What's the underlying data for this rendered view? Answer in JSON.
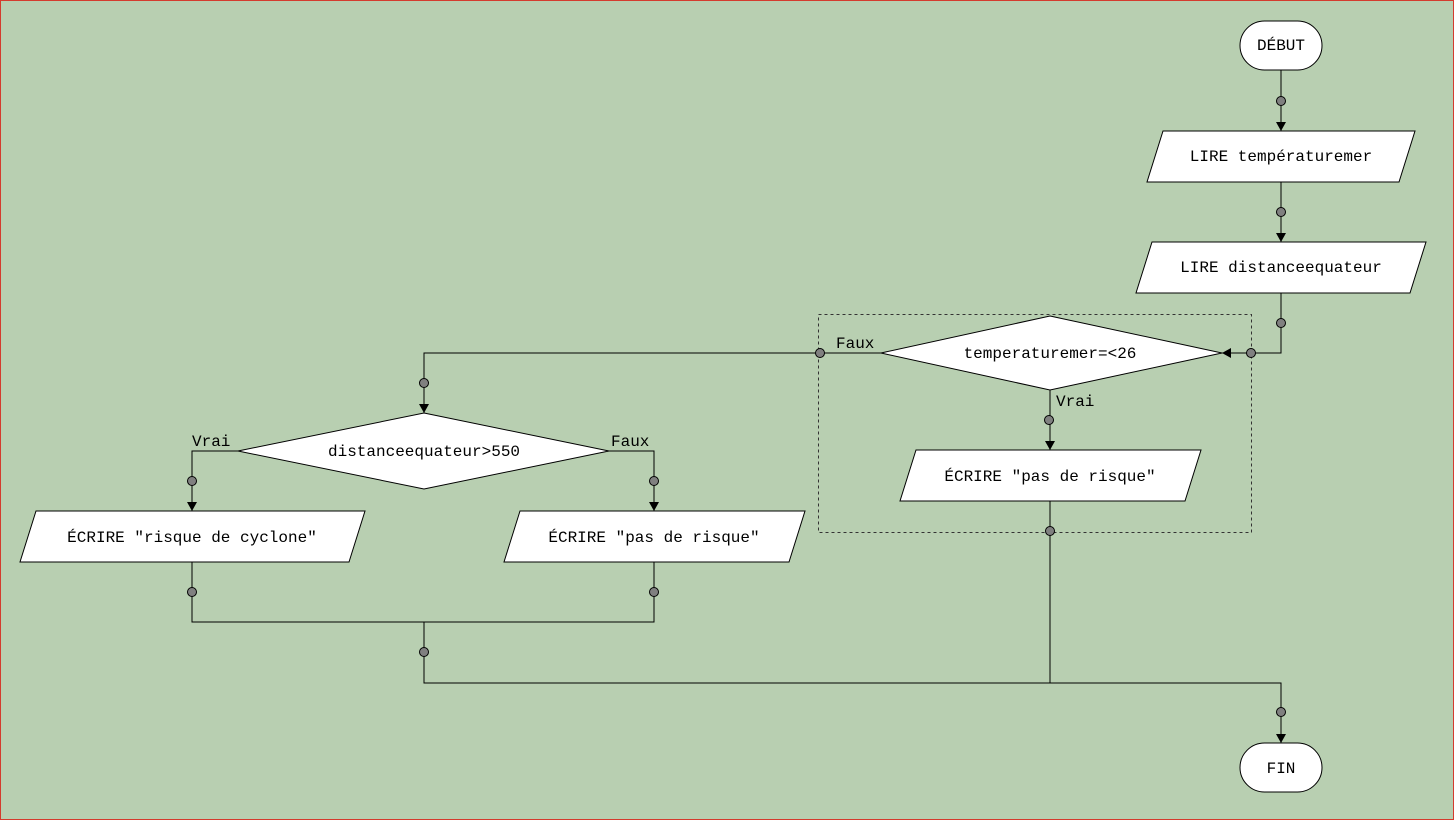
{
  "diagram": {
    "start_label": "DÉBUT",
    "end_label": "FIN",
    "read_temperature": "LIRE températuremer",
    "read_distance": "LIRE distanceequateur",
    "decision_temperature": "temperaturemer=<26",
    "decision_distance": "distanceequateur>550",
    "write_no_risk_right": "ÉCRIRE \"pas de risque\"",
    "write_cyclone_risk": "ÉCRIRE \"risque de cyclone\"",
    "write_no_risk_middle": "ÉCRIRE \"pas de risque\"",
    "temp_false_label": "Faux",
    "temp_true_label": "Vrai",
    "dist_true_label": "Vrai",
    "dist_false_label": "Faux"
  },
  "colors": {
    "background": "#b8cfb1",
    "shape_fill": "#ffffff",
    "connector_dot": "#808080",
    "frame_border": "#d43b2e"
  }
}
